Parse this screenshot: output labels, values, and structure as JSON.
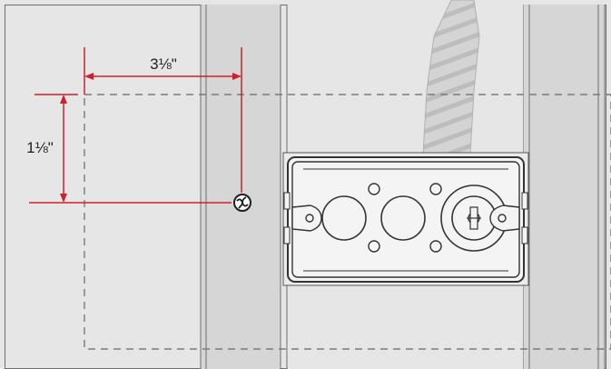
{
  "diagram": {
    "dimensions": {
      "horizontal_label": "3⅛\"",
      "vertical_label": "1⅛\""
    },
    "colors": {
      "wall": "#e6e6e6",
      "stud": "#d6d6d6",
      "outline": "#6e6e6e",
      "dimension": "#d0202b",
      "dashed_outline": "#7a7a7a",
      "conduit": "#d4d4d4",
      "box_stroke": "#333333"
    },
    "icons": {
      "screw": "screw-icon",
      "conduit": "flexible-conduit",
      "box": "electrical-box"
    }
  }
}
